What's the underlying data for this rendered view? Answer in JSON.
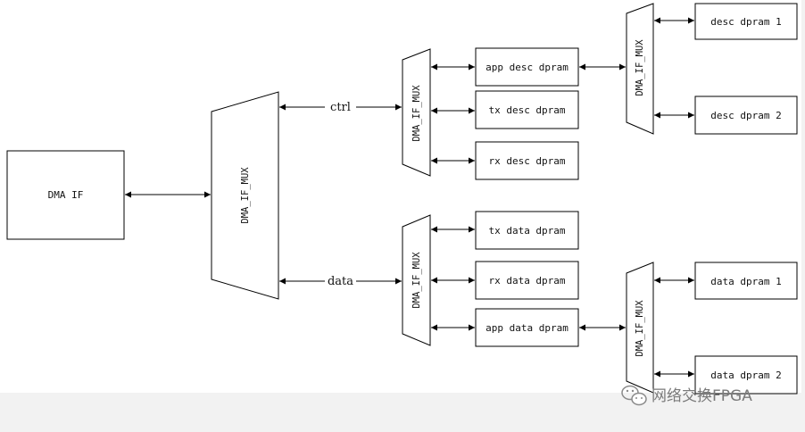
{
  "diagram": {
    "dma_if": "DMA IF",
    "mux_label": "DMA_IF_MUX",
    "ctrl_label": "ctrl",
    "data_label": "data",
    "boxes": {
      "app_desc": "app desc dpram",
      "tx_desc": "tx desc dpram",
      "rx_desc": "rx desc dpram",
      "tx_data": "tx data dpram",
      "rx_data": "rx data dpram",
      "app_data": "app data dpram",
      "desc1": "desc dpram 1",
      "desc2": "desc dpram 2",
      "data1": "data dpram 1",
      "data2": "data dpram 2"
    }
  },
  "watermark": {
    "text": "网络交换FPGA",
    "icon": "wechat-icon"
  }
}
